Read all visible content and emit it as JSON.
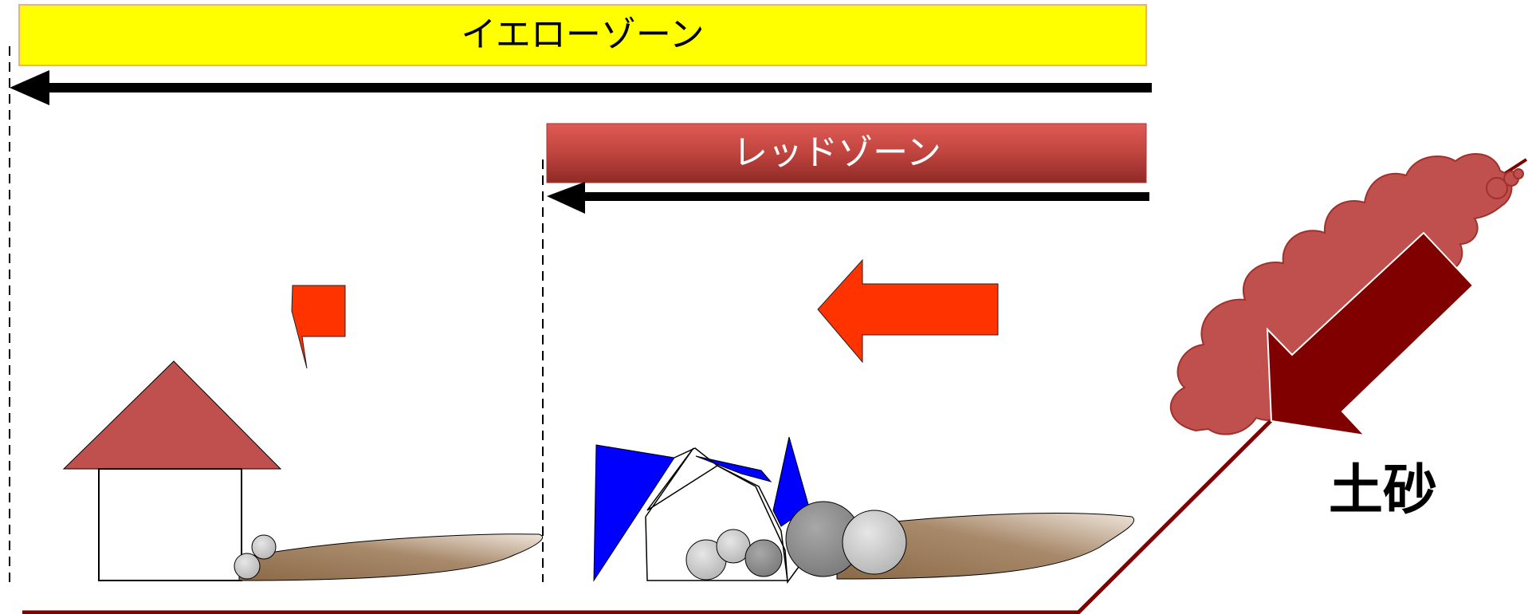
{
  "zones": {
    "yellow": {
      "label": "イエローゾーン",
      "fill": "#ffff00",
      "border": "#f0b070",
      "text_color": "#000000"
    },
    "red": {
      "label": "レッドゾーン",
      "fill": "#c0443f",
      "text_color": "#ffffff"
    }
  },
  "sediment": {
    "label": "土砂",
    "color": "#800000"
  },
  "colors": {
    "house_roof": "#c0504d",
    "flow_arrow": "#ff3300",
    "slope_line": "#800000",
    "debris_cloud": "#c0504d",
    "debris_cloud_edge": "#a0302a",
    "debris_blue": "#0000ff",
    "sediment_pile": "#9a7d5c",
    "rock_light": "#c8c8c8",
    "rock_dark": "#909090"
  },
  "icons": {
    "house": "house-icon",
    "boulders": "boulder-icon",
    "debris_cloud": "debris-cloud-icon"
  }
}
